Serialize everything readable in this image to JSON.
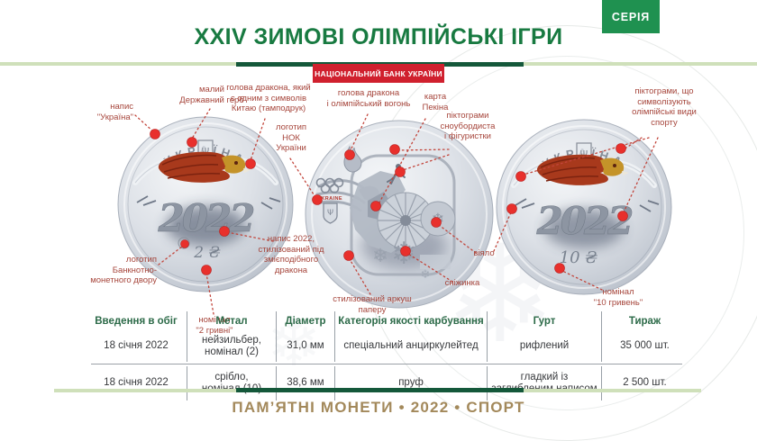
{
  "series_badge": "СЕРІЯ",
  "title": "XXIV ЗИМОВІ ОЛІМПІЙСЬКІ ІГРИ",
  "bank_banner": "НАЦІОНАЛЬНИЙ БАНК УКРАЇНИ",
  "coins": {
    "left": {
      "legend": "УКРАЇНА",
      "year": "2022",
      "denomination": "2 ₴",
      "mint_mark": "₴",
      "trident": "Ψ"
    },
    "middle": {
      "country": "UKRAINE",
      "trident": "Ψ",
      "snowflake": "❄"
    },
    "right": {
      "legend": "УКРАЇНА",
      "year": "2022",
      "denomination": "10 ₴",
      "trident": "Ψ"
    }
  },
  "annotations": [
    {
      "text": "напис\n\"Україна\""
    },
    {
      "text": "малий\nДержавний герб"
    },
    {
      "text": "голова дракона, який\nє одним з символів\nКитаю (тамподрук)"
    },
    {
      "text": "логотип\nНОК\nУкраїни"
    },
    {
      "text": "голова дракона\nі олімпійський вогонь"
    },
    {
      "text": "карта\nПекіна"
    },
    {
      "text": "піктограми\nсноубордиста\nі фігуристки"
    },
    {
      "text": "віяло"
    },
    {
      "text": "сніжинка"
    },
    {
      "text": "стилізований аркуш\nпаперу"
    },
    {
      "text": "логотип\nБанкнотно-\nмонетного двору"
    },
    {
      "text": "номінал\n\"2 гривні\""
    },
    {
      "text": "напис 2022,\nстилізований під\nзмієподібного\nдракона"
    },
    {
      "text": "піктограми, що\nсимволізують\nолімпійські види\nспорту"
    },
    {
      "text": "номінал\n\"10 гривень\""
    }
  ],
  "table": {
    "headers": [
      "Введення в обіг",
      "Метал",
      "Діаметр",
      "Категорія якості карбування",
      "Гурт",
      "Тираж"
    ],
    "rows": [
      [
        "18 січня 2022",
        "нейзильбер,\nномінал (2)",
        "31,0 мм",
        "спеціальний анциркулейтед",
        "рифлений",
        "35 000 шт."
      ],
      [
        "18 січня 2022",
        "срібло,\nномінал (10)",
        "38,6 мм",
        "пруф",
        "гладкий із\nзаглибленим написом",
        "2 500 шт."
      ]
    ]
  },
  "footer": "ПАМ’ЯТНІ МОНЕТИ • 2022 • СПОРТ",
  "colors": {
    "title_green": "#187a41",
    "badge_green": "#1f9150",
    "banner_red": "#d0202e",
    "annotation_red": "#a6453b",
    "dot_red": "#e8302c",
    "line_dark_green": "#14583a",
    "line_light_green": "#cfe0ba",
    "footer_gold": "#a3895b",
    "table_header_green": "#2c6a48",
    "coin_silver": "#d5dae1",
    "dragon_red": "#a8391c",
    "dragon_gold": "#c49329"
  }
}
